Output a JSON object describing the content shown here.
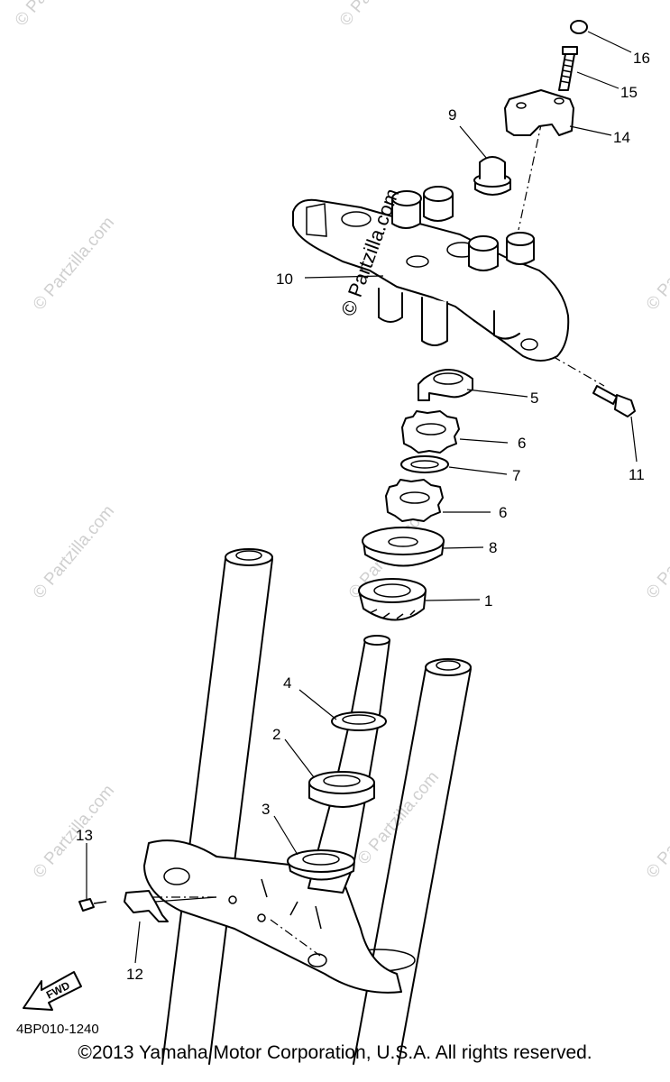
{
  "callouts": [
    {
      "id": "c16",
      "label": "16"
    },
    {
      "id": "c15",
      "label": "15"
    },
    {
      "id": "c14",
      "label": "14"
    },
    {
      "id": "c9",
      "label": "9"
    },
    {
      "id": "c10",
      "label": "10"
    },
    {
      "id": "c5",
      "label": "5"
    },
    {
      "id": "c6a",
      "label": "6"
    },
    {
      "id": "c7",
      "label": "7"
    },
    {
      "id": "c6b",
      "label": "6"
    },
    {
      "id": "c11",
      "label": "11"
    },
    {
      "id": "c8",
      "label": "8"
    },
    {
      "id": "c1",
      "label": "1"
    },
    {
      "id": "c4",
      "label": "4"
    },
    {
      "id": "c2",
      "label": "2"
    },
    {
      "id": "c3",
      "label": "3"
    },
    {
      "id": "c13",
      "label": "13"
    },
    {
      "id": "c12",
      "label": "12"
    }
  ],
  "fwd_label": "FWD",
  "diagram_code": "4BP010-1240",
  "watermark": "© Partzilla.com",
  "copyright": "©2013 Yamaha Motor Corporation, U.S.A. All rights reserved."
}
